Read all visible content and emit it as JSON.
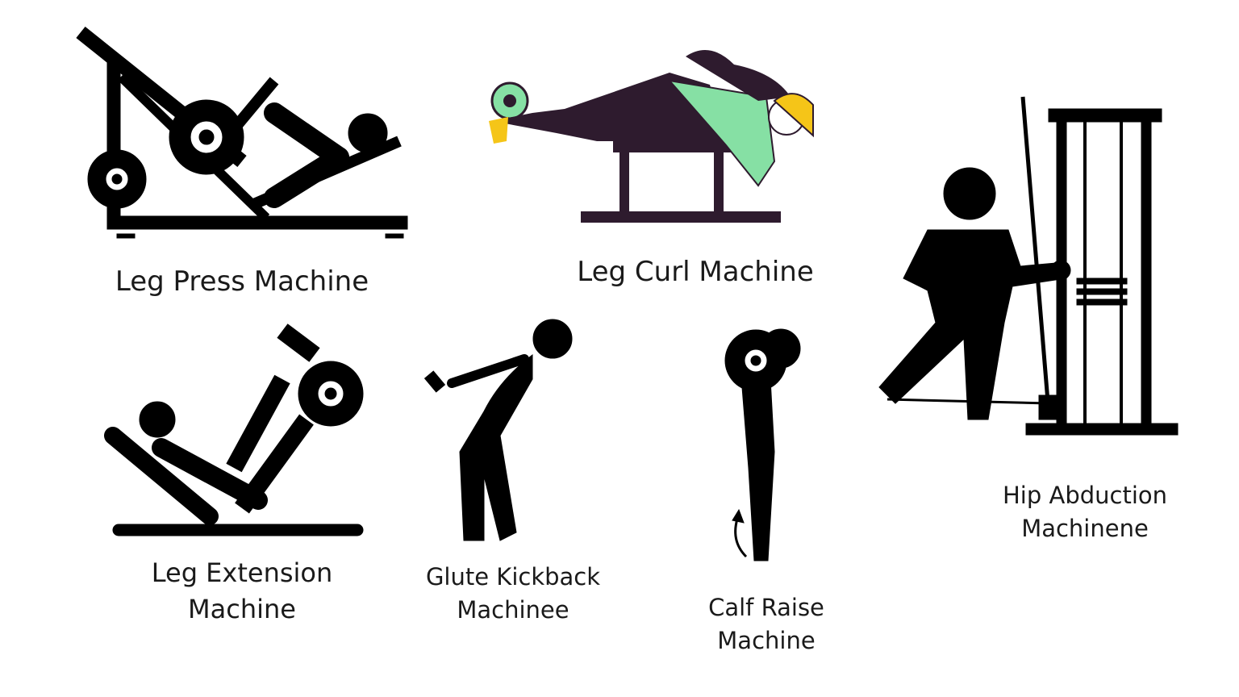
{
  "colors": {
    "ink": "#000000",
    "leg_curl_pants": "#2e1b2e",
    "leg_curl_shirt": "#86e0a4",
    "leg_curl_cap": "#f5c518"
  },
  "machines": [
    {
      "id": "leg-press",
      "icon": "leg-press-icon",
      "label": "Leg Press Machine"
    },
    {
      "id": "leg-curl",
      "icon": "leg-curl-illustration",
      "label": "Leg Curl Machine"
    },
    {
      "id": "hip-abduction",
      "icon": "hip-abduction-icon",
      "label_line1": "Hip Abduction",
      "label_line2": "Machinene"
    },
    {
      "id": "leg-extension",
      "icon": "leg-extension-icon",
      "label_line1": "Leg Extension",
      "label_line2": "Machine"
    },
    {
      "id": "glute-kickback",
      "icon": "glute-kickback-icon",
      "label_line1": "Glute Kickback",
      "label_line2": "Machinee"
    },
    {
      "id": "calf-raise",
      "icon": "calf-raise-icon",
      "label_line1": "Calf Raise",
      "label_line2": "Machine"
    }
  ]
}
